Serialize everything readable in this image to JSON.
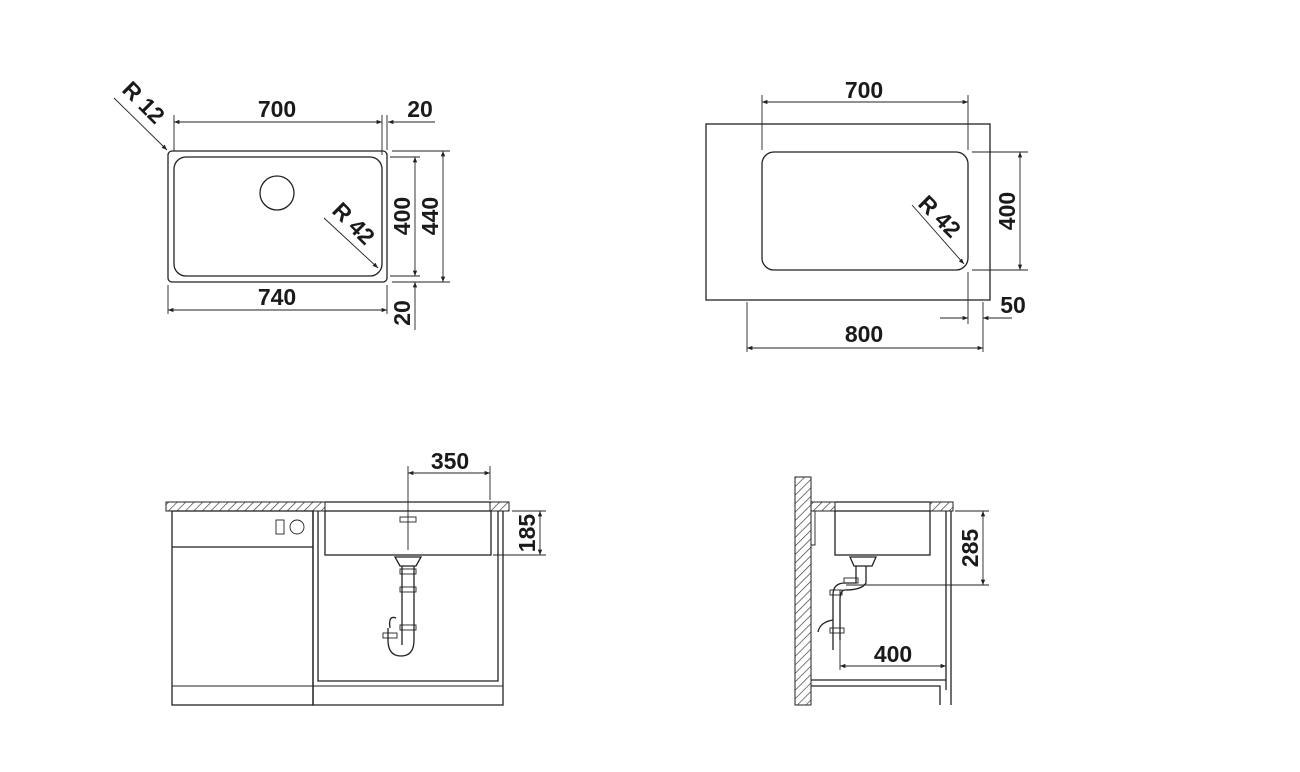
{
  "top_view_undermount": {
    "width_inner": "700",
    "rim_top": "20",
    "width_outer": "740",
    "depth_inner": "400",
    "depth_outer": "440",
    "rim_bottom": "20",
    "corner_outer": "R 12",
    "corner_inner": "R 42"
  },
  "top_view_cutout": {
    "width_inner": "700",
    "depth_inner": "400",
    "cabinet_width": "800",
    "offset": "50",
    "corner_inner": "R 42"
  },
  "front_view": {
    "drain_offset": "350",
    "bowl_depth": "185"
  },
  "side_view": {
    "depth_to_outlet": "285",
    "outlet_distance": "400"
  }
}
